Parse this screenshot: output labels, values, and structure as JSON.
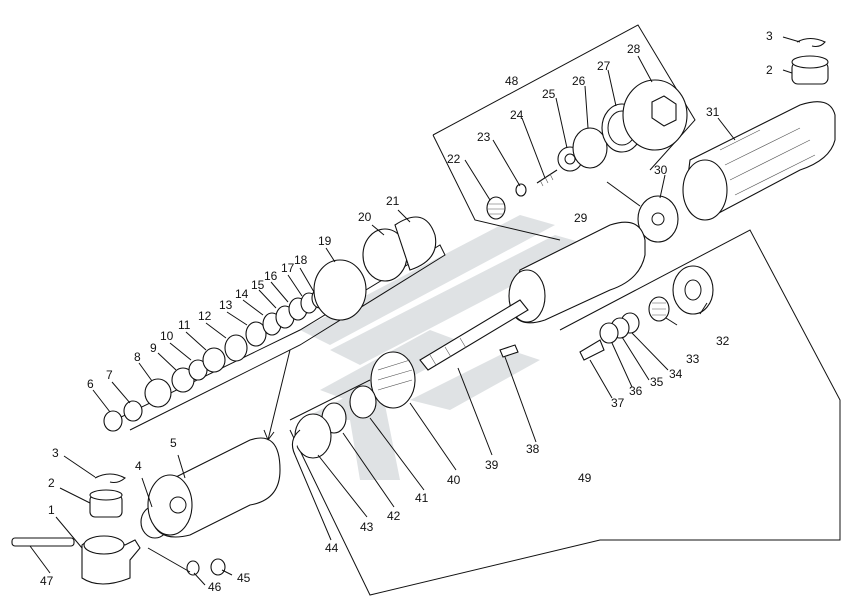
{
  "figure": {
    "type": "exploded assembly drawing",
    "watermark": "logo",
    "watermark_color": "#dfe2e4"
  },
  "labels": {
    "l1": "1",
    "l2": "2",
    "l3": "3",
    "l4": "4",
    "l5": "5",
    "l6": "6",
    "l7": "7",
    "l8": "8",
    "l9": "9",
    "l10": "10",
    "l11": "11",
    "l12": "12",
    "l13": "13",
    "l14": "14",
    "l15": "15",
    "l16": "16",
    "l17": "17",
    "l18": "18",
    "l19": "19",
    "l20": "20",
    "l21": "21",
    "l22": "22",
    "l23": "23",
    "l24": "24",
    "l25": "25",
    "l26": "26",
    "l27": "27",
    "l28": "28",
    "l29": "29",
    "l30": "30",
    "l31": "31",
    "l32": "32",
    "l33": "33",
    "l34": "34",
    "l35": "35",
    "l36": "36",
    "l37": "37",
    "l38": "38",
    "l39": "39",
    "l40": "40",
    "l41": "41",
    "l42": "42",
    "l43": "43",
    "l44": "44",
    "l45": "45",
    "l46": "46",
    "l47": "47",
    "l48": "48",
    "l49": "49",
    "r2": "2",
    "r3": "3"
  }
}
